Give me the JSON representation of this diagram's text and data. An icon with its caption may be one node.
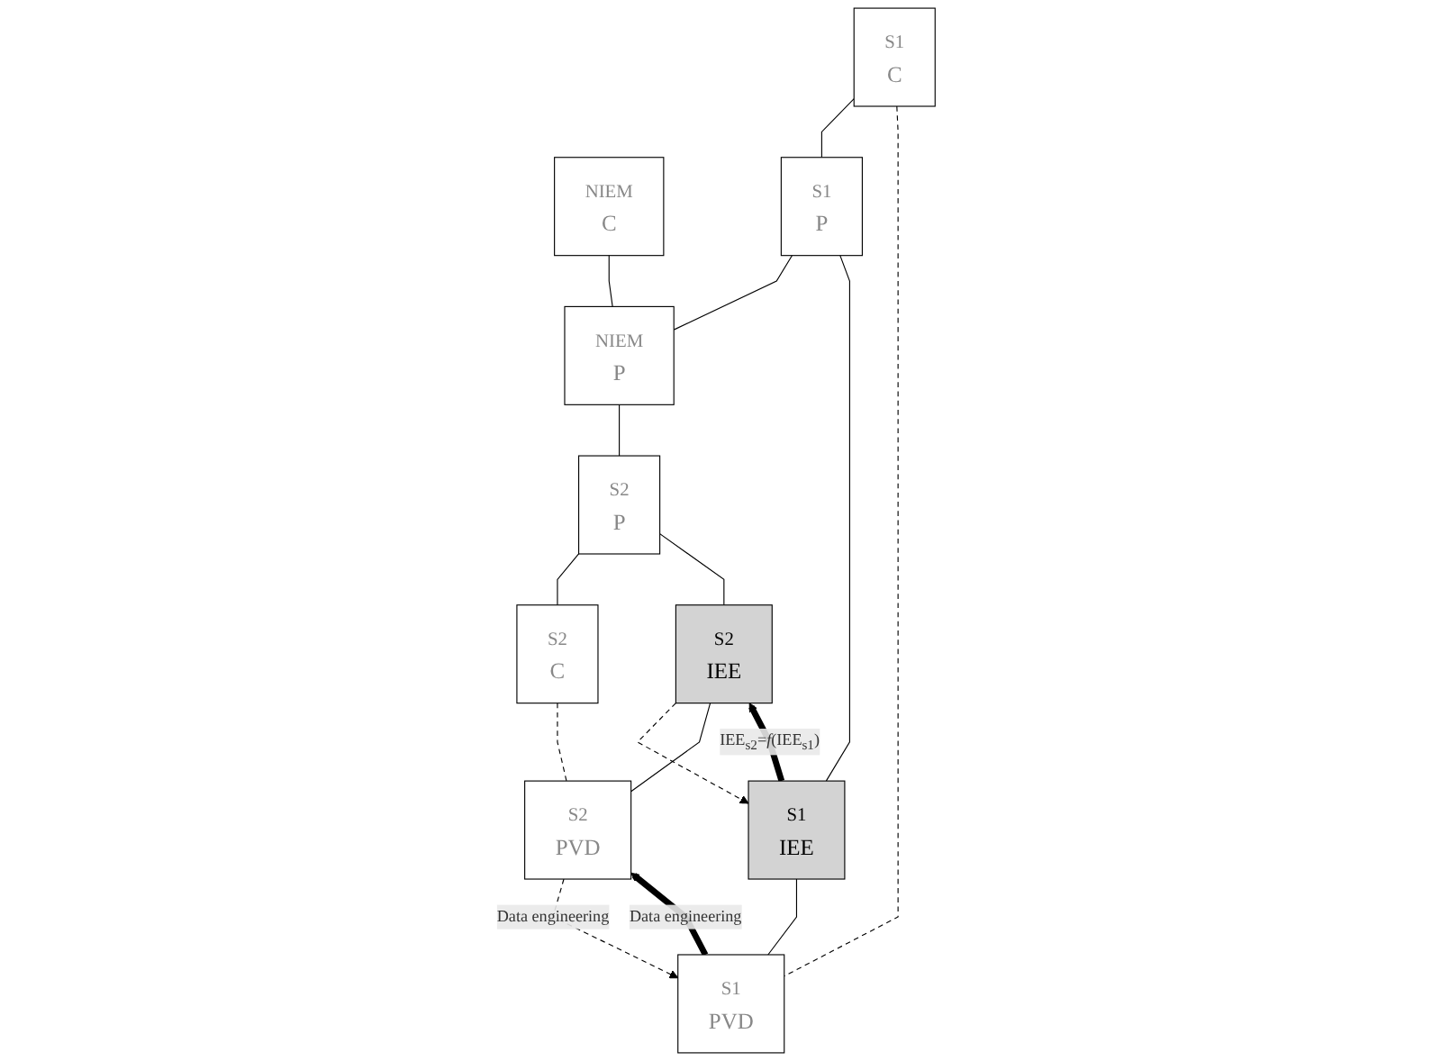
{
  "diagram": {
    "nodes": [
      {
        "text": [
          "NIEM",
          "C"
        ]
      },
      {
        "text": [
          "S1",
          "C"
        ]
      },
      {
        "text": [
          "S1",
          "P"
        ]
      },
      {
        "text": [
          "NIEM",
          "P"
        ]
      },
      {
        "text": [
          "S2",
          "P"
        ]
      },
      {
        "text": [
          "S2",
          "C"
        ]
      },
      {
        "text": [
          "S1",
          "IEE"
        ]
      },
      {
        "text": [
          "S2",
          "IEE"
        ]
      },
      {
        "text": [
          "S1",
          "PVD"
        ]
      },
      {
        "text": [
          "S2",
          "PVD"
        ]
      }
    ],
    "edges": [
      {
        "from": 0,
        "to": 3,
        "arrow": "none"
      },
      {
        "from": 1,
        "to": 2,
        "arrow": "none"
      },
      {
        "from": 2,
        "to": 3,
        "arrow": "none"
      },
      {
        "from": 3,
        "to": 4,
        "arrow": "none"
      },
      {
        "from": 4,
        "to": 5,
        "arrow": "none"
      },
      {
        "from": 1,
        "to": 8,
        "arrow": "none",
        "style": "dashed"
      },
      {
        "from": 2,
        "to": 6,
        "arrow": "none"
      },
      {
        "from": 4,
        "to": 7,
        "arrow": "none"
      },
      {
        "from": 5,
        "to": 9,
        "arrow": "none",
        "style": "dashed"
      },
      {
        "from": 6,
        "to": 7,
        "arrow": "to",
        "style": "thick",
        "label": "IEE$_{s2}$=*f*(IEE$_{s1}$)"
      },
      {
        "from": 7,
        "to": 6,
        "arrow": "to",
        "style": "dashed"
      },
      {
        "from": 6,
        "to": 8,
        "arrow": "none"
      },
      {
        "from": 7,
        "to": 9,
        "arrow": "none"
      },
      {
        "from": 8,
        "to": 9,
        "arrow": "to",
        "style": "thick",
        "label": "Data engineering"
      },
      {
        "from": 9,
        "to": 8,
        "arrow": "to",
        "style": "dashed",
        "label": "Data engineering"
      }
    ]
  }
}
